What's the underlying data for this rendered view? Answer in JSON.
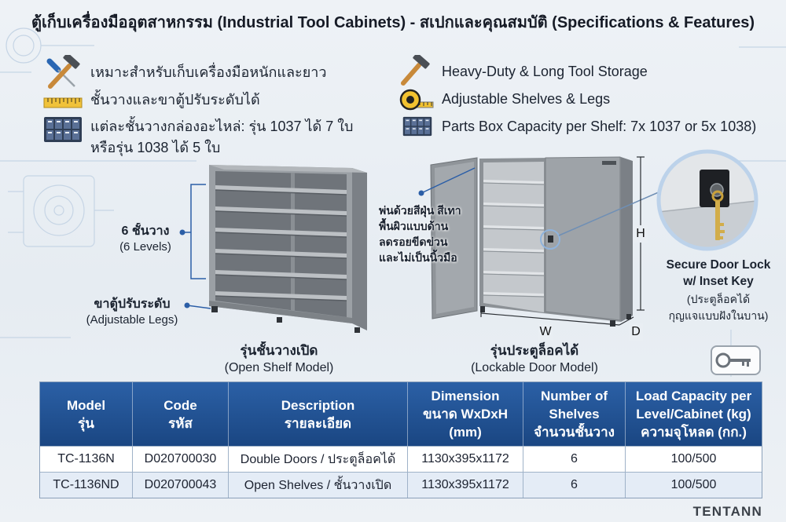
{
  "title": "ตู้เก็บเครื่องมืออุตสาหกรรม (Industrial Tool Cabinets) - สเปกและคุณสมบัติ (Specifications & Features)",
  "features_th": [
    {
      "icon": "hammer-screwdriver-icon",
      "lines": [
        "เหมาะสำหรับเก็บเครื่องมือหนักและยาว"
      ]
    },
    {
      "icon": "ruler-icon",
      "lines": [
        "ชั้นวางและขาตู้ปรับระดับได้"
      ]
    },
    {
      "icon": "parts-box-icon",
      "lines": [
        "แต่ละชั้นวางกล่องอะไหล่: รุ่น 1037 ได้ 7 ใบ",
        "หรือรุ่น 1038 ได้ 5 ใบ"
      ]
    }
  ],
  "features_en": [
    {
      "icon": "hammer-icon",
      "text": "Heavy-Duty & Long Tool Storage"
    },
    {
      "icon": "tape-measure-icon",
      "text": "Adjustable Shelves & Legs"
    },
    {
      "icon": "parts-box-icon",
      "text": "Parts Box Capacity per Shelf: 7x 1037 or 5x 1038)"
    }
  ],
  "open_model": {
    "levels_th": "6 ชั้นวาง",
    "levels_en": "(6 Levels)",
    "legs_th": "ขาตู้ปรับระดับ",
    "legs_en": "(Adjustable Legs)",
    "name_th": "รุ่นชั้นวางเปิด",
    "name_en": "(Open Shelf Model)"
  },
  "door_model": {
    "finish_lines": [
      "พ่นด้วยสีฝุ่น สีเทา",
      "พื้นผิวแบบด้าน",
      "ลดรอยขีดข่วน",
      "และไม่เป็นนิ้วมือ"
    ],
    "dim_h": "H",
    "dim_w": "W",
    "dim_d": "D",
    "lock_lines_en": [
      "Secure Door Lock",
      "w/ Inset Key"
    ],
    "lock_lines_th": [
      "(ประตูล็อคได้",
      "กุญแจแบบฝังในบาน)"
    ],
    "name_th": "รุ่นประตูล็อคได้",
    "name_en": "(Lockable Door Model)"
  },
  "table": {
    "headers": [
      [
        "Model",
        "รุ่น"
      ],
      [
        "Code",
        "รหัส"
      ],
      [
        "Description",
        "รายละเอียด"
      ],
      [
        "Dimension",
        "ขนาด WxDxH",
        "(mm)"
      ],
      [
        "Number of",
        "Shelves",
        "จำนวนชั้นวาง"
      ],
      [
        "Load Capacity per",
        "Level/Cabinet (kg)",
        "ความจุโหลด (กก.)"
      ]
    ],
    "rows": [
      [
        "TC-1136N",
        "D020700030",
        "Double Doors / ประตูล็อคได้",
        "1130x395x1172",
        "6",
        "100/500"
      ],
      [
        "TC-1136ND",
        "D020700043",
        "Open Shelves / ชั้นวางเปิด",
        "1130x395x1172",
        "6",
        "100/500"
      ]
    ]
  },
  "brand": "TENTANN",
  "colors": {
    "table_header": "#1a4682",
    "row_alt": "#e4ecf6",
    "accent": "#2b5ea7",
    "cabinet_gray": "#9ba0a5"
  }
}
